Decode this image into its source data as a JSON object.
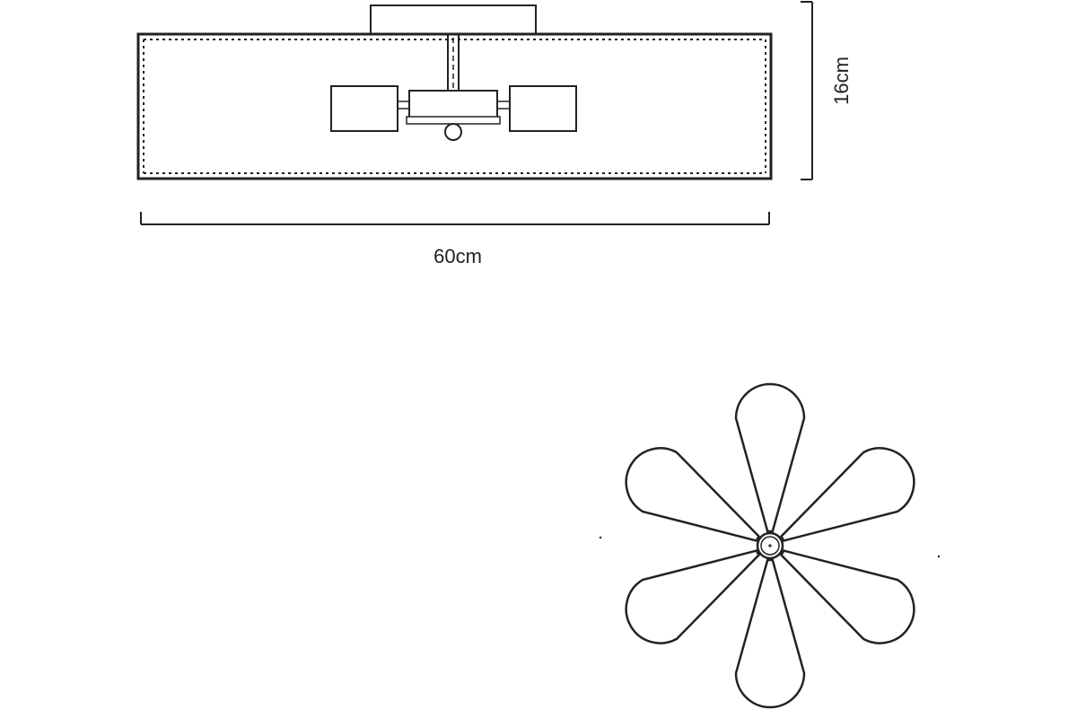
{
  "dimensions": {
    "width_label": "60cm",
    "height_label": "16cm"
  },
  "colors": {
    "line": "#222222",
    "background": "#ffffff"
  },
  "top_view": {
    "petal_count": 6
  }
}
